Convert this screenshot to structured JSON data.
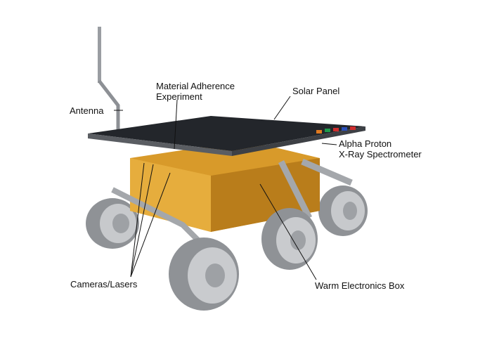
{
  "labels": {
    "antenna": "Antenna",
    "material_line1": "Material Adherence",
    "material_line2": "Experiment",
    "solar_panel": "Solar Panel",
    "apxs_line1": "Alpha Proton",
    "apxs_line2": "X-Ray Spectrometer",
    "cameras": "Cameras/Lasers",
    "web": "Warm Electronics Box"
  },
  "colors": {
    "panel": "#23262b",
    "box": "#d89a2a",
    "wheel": "#a9acb0",
    "leader": "#111111"
  }
}
